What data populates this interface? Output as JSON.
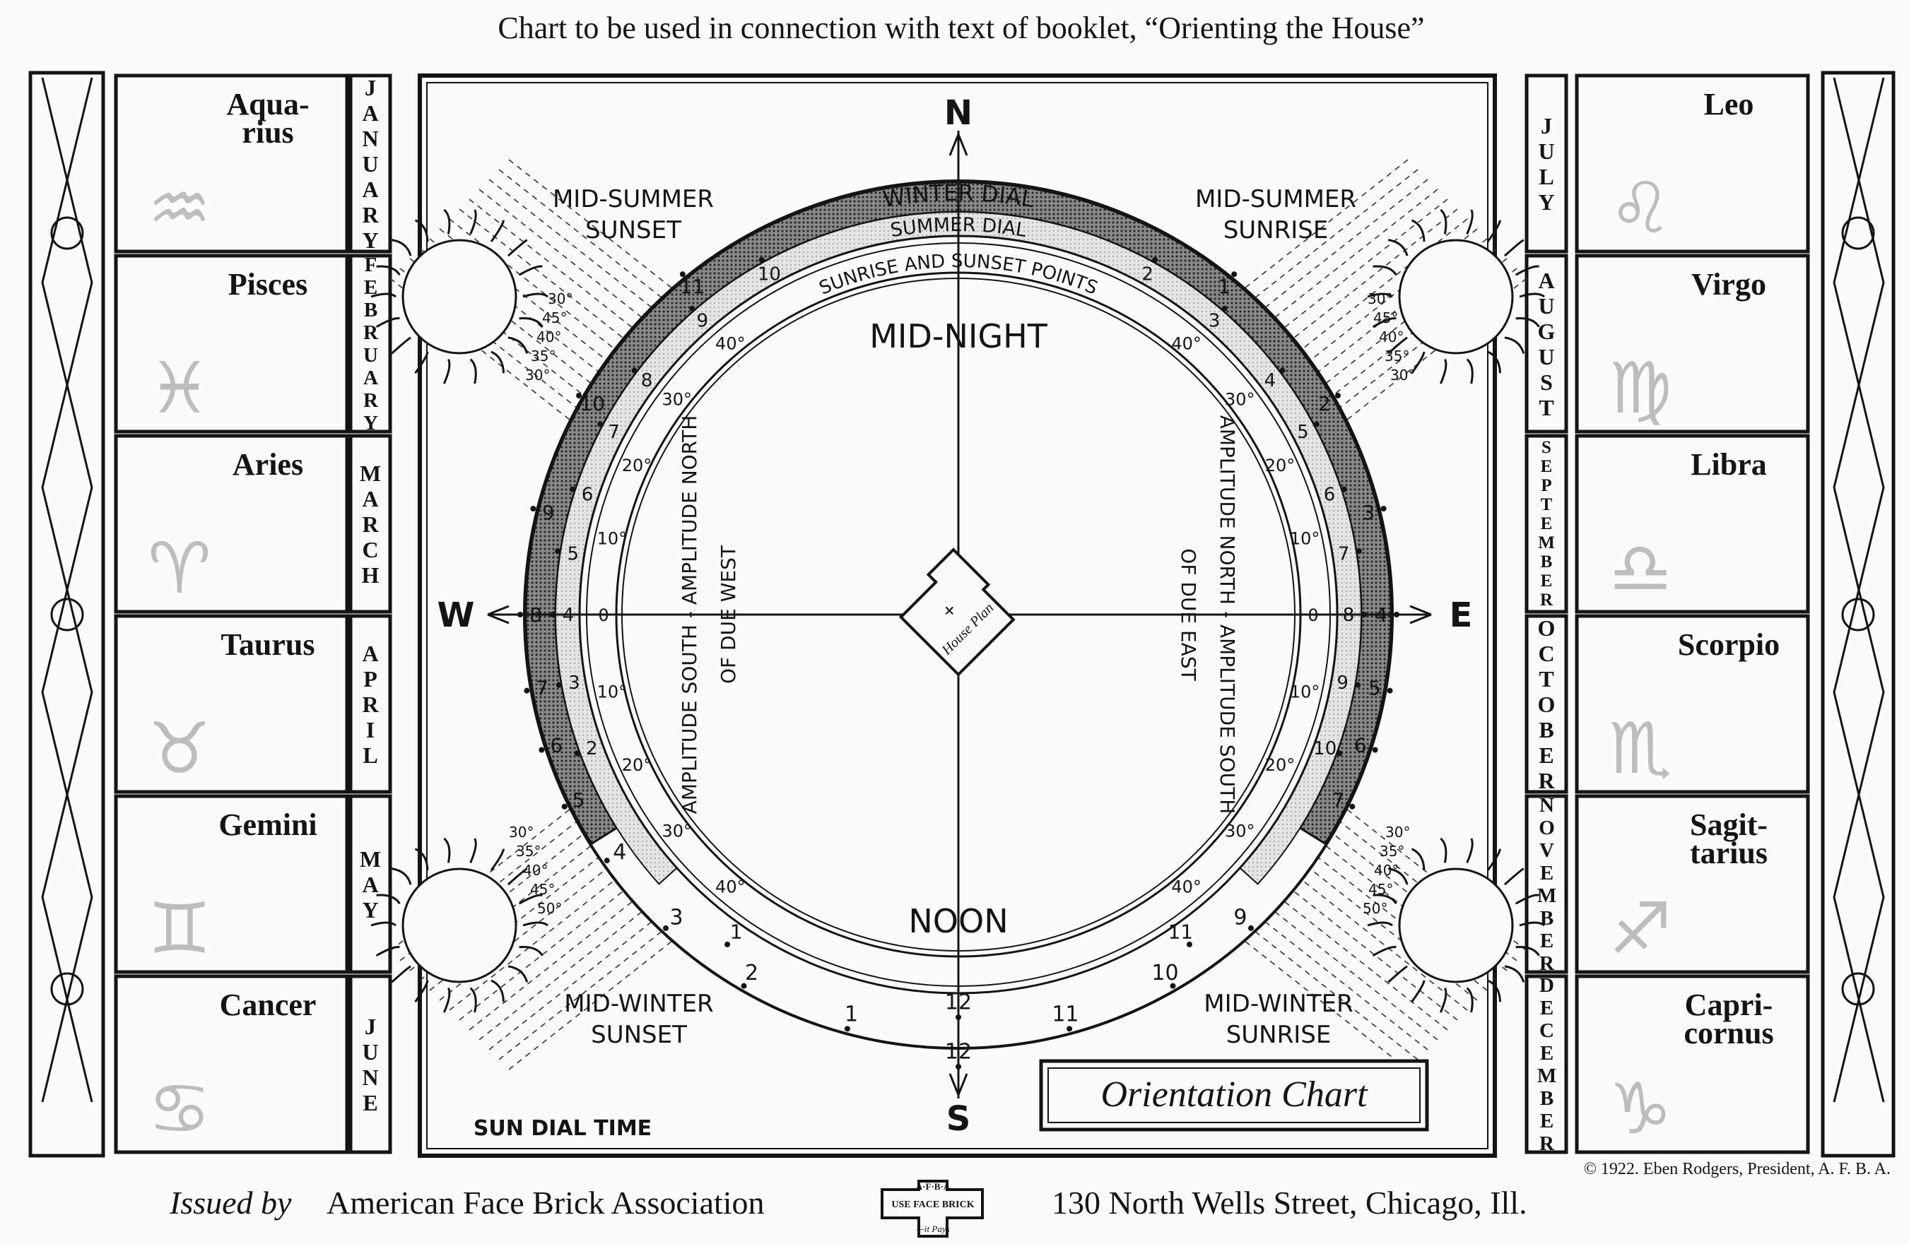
{
  "title": "Chart to be used in connection with text of booklet, “Orienting the House”",
  "compass": {
    "north": "N",
    "south": "S",
    "east": "E",
    "west": "W"
  },
  "corner_labels": {
    "midsummer_sunset": [
      "MID-SUMMER",
      "SUNSET"
    ],
    "midsummer_sunrise": [
      "MID-SUMMER",
      "SUNRISE"
    ],
    "midwinter_sunset": [
      "MID-WINTER",
      "SUNSET"
    ],
    "midwinter_sunrise": [
      "MID-WINTER",
      "SUNRISE"
    ]
  },
  "dial": {
    "winter_dial": "WINTER DIAL",
    "summer_dial": "SUMMER DIAL",
    "sunrise_sunset_points": "SUNRISE AND SUNSET POINTS",
    "midnight": "MID-NIGHT",
    "noon": "NOON",
    "amplitude_west": "AMPLITUDE SOUTH - AMPLITUDE NORTH",
    "of_due_west": "OF DUE WEST",
    "amplitude_east": "AMPLITUDE NORTH - AMPLITUDE SOUTH",
    "of_due_east": "OF DUE EAST",
    "house_plan": "House Plan",
    "sun_dial_time": "SUN DIAL TIME",
    "winter_left_hours": [
      "11",
      "10",
      "9",
      "8",
      "7",
      "6",
      "5"
    ],
    "winter_right_hours": [
      "1",
      "2",
      "3",
      "4",
      "5",
      "6",
      "7"
    ],
    "summer_left_hours": [
      "10",
      "9",
      "8",
      "7",
      "6",
      "5",
      "4",
      "3",
      "2"
    ],
    "summer_right_hours": [
      "2",
      "3",
      "4",
      "5",
      "6",
      "7",
      "8",
      "9",
      "10"
    ],
    "noon_dial_left": [
      "1",
      "2",
      "3",
      "4"
    ],
    "noon_dial_right": [
      "11",
      "10",
      "9"
    ],
    "noon_dial_bottom": [
      "12",
      "12",
      "1",
      "11"
    ],
    "amplitude_degrees": [
      "40°",
      "30°",
      "20°",
      "10°",
      "0",
      "10°",
      "20°",
      "30°",
      "40°"
    ],
    "ray_angles_top": [
      "30°",
      "45°",
      "40°",
      "35°",
      "30°"
    ],
    "ray_angles_bottom": [
      "30°",
      "35°",
      "40°",
      "45°",
      "50°"
    ]
  },
  "orientation_chart_label": "Orientation Chart",
  "left_zodiac": [
    {
      "name": [
        "Aqua-",
        "rius"
      ],
      "glyph": "♒",
      "month": "JANUARY"
    },
    {
      "name": [
        "Pisces"
      ],
      "glyph": "♓",
      "month": "FEBRUARY"
    },
    {
      "name": [
        "Aries"
      ],
      "glyph": "♈",
      "month": "MARCH"
    },
    {
      "name": [
        "Taurus"
      ],
      "glyph": "♉",
      "month": "APRIL"
    },
    {
      "name": [
        "Gemini"
      ],
      "glyph": "♊",
      "month": "MAY"
    },
    {
      "name": [
        "Cancer"
      ],
      "glyph": "♋",
      "month": "JUNE"
    }
  ],
  "right_zodiac": [
    {
      "name": [
        "Leo"
      ],
      "glyph": "♌",
      "month": "JULY"
    },
    {
      "name": [
        "Virgo"
      ],
      "glyph": "♍",
      "month": "AUGUST"
    },
    {
      "name": [
        "Libra"
      ],
      "glyph": "♎",
      "month": "SEPTEMBER"
    },
    {
      "name": [
        "Scorpio"
      ],
      "glyph": "♏",
      "month": "OCTOBER"
    },
    {
      "name": [
        "Sagit-",
        "tarius"
      ],
      "glyph": "♐",
      "month": "NOVEMBER"
    },
    {
      "name": [
        "Capri-",
        "cornus"
      ],
      "glyph": "♑",
      "month": "DECEMBER"
    }
  ],
  "footer": {
    "copyright": "© 1922. Eben Rodgers, President, A. F. B. A.",
    "issued_by": "Issued by",
    "association": "American Face Brick Association",
    "logo_lines": [
      "A·F·B·A",
      "USE FACE BRICK",
      "—it Pays"
    ],
    "address": "130 North Wells Street, Chicago, Ill."
  }
}
